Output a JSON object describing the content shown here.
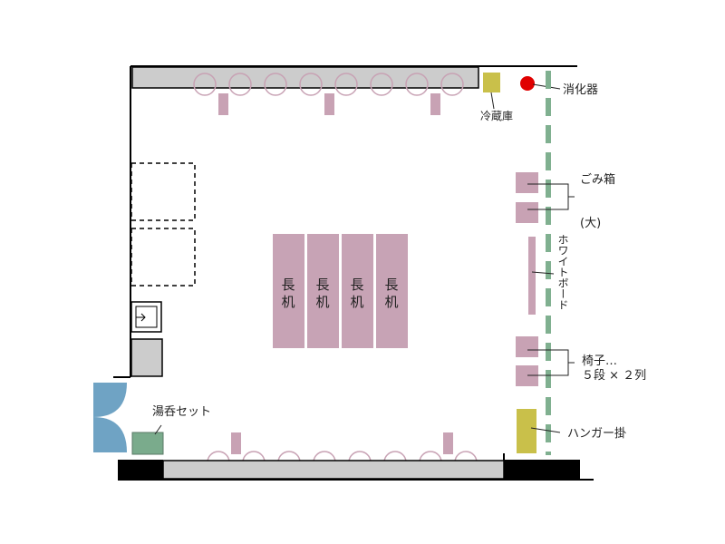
{
  "colors": {
    "wall": "#000000",
    "counter": "#cccccc",
    "chair": "#c8a2b4",
    "table": "#c7a3b5",
    "fridge": "#c9c04a",
    "extinguisher": "#e00000",
    "rail": "#80b090",
    "door": "#6fa3c4",
    "tea_set": "#7aab8c",
    "hanger": "#c9c04a",
    "sink_box": "#cccccc"
  },
  "icons": [
    "sink-icon",
    "door-icon"
  ],
  "labels": {
    "extinguisher": "消化器",
    "fridge": "冷蔵庫",
    "trash_line1": "ごみ箱",
    "trash_line2": "(大)",
    "whiteboard": "ホワイトボード",
    "chairs_line1": "椅子…",
    "chairs_line2": "５段 × ２列",
    "hanger": "ハンガー掛",
    "tea_set": "湯呑セット"
  },
  "tables": [
    {
      "label_top": "長",
      "label_bottom": "机"
    },
    {
      "label_top": "長",
      "label_bottom": "机"
    },
    {
      "label_top": "長",
      "label_bottom": "机"
    },
    {
      "label_top": "長",
      "label_bottom": "机"
    }
  ]
}
